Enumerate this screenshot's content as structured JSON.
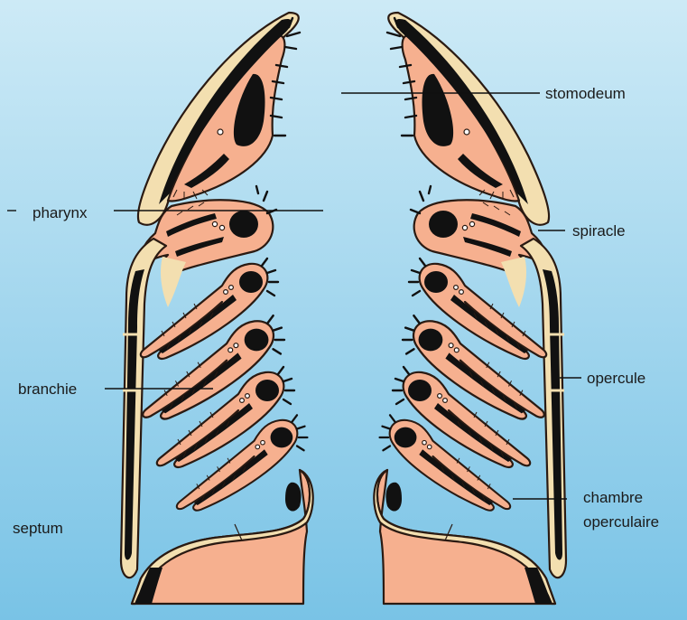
{
  "labels": {
    "stomodeum": "stomodeum",
    "pharynx": "pharynx",
    "spiracle": "spiracle",
    "branchie": "branchie",
    "opercule": "opercule",
    "chambre_line1": "chambre",
    "chambre_line2": "operculaire",
    "septum": "septum"
  },
  "colors": {
    "background_top": "#cdeaf6",
    "background_bottom": "#79c3e6",
    "tissue": "#f6b08f",
    "rim": "#f3dfb0",
    "dark": "#111111"
  }
}
